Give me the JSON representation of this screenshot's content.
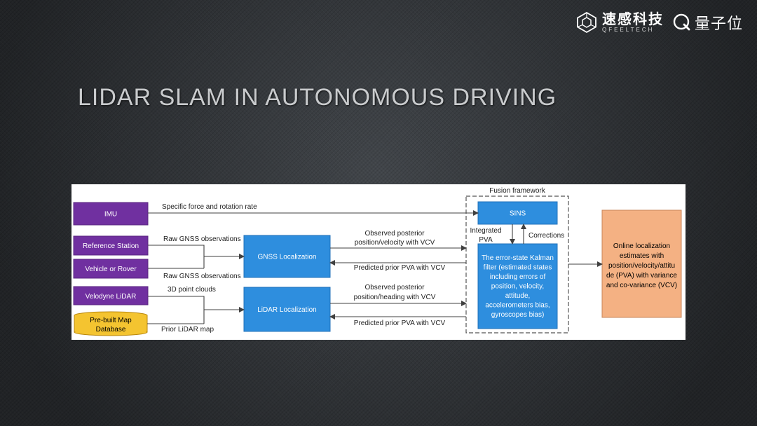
{
  "header": {
    "brand_name_cn": "速感科技",
    "brand_name_en": "QFEELTECH",
    "partner_name": "量子位"
  },
  "slide": {
    "title": "LIDAR SLAM IN AUTONOMOUS DRIVING"
  },
  "diagram": {
    "nodes": {
      "imu": "IMU",
      "reference_station": "Reference Station",
      "vehicle_or_rover": "Vehicle or Rover",
      "velodyne_lidar": "Velodyne LiDAR",
      "prebuilt_map": [
        "Pre-built Map",
        "Database"
      ],
      "gnss_localization": "GNSS Localization",
      "lidar_localization": "LiDAR Localization",
      "sins": "SINS",
      "kalman_filter": [
        "The error-state Kalman",
        "filter (estimated states",
        "including errors of",
        "position, velocity,",
        "attitude,",
        "accelerometers bias,",
        "gyroscopes bias)"
      ],
      "online_localization": [
        "Online localization",
        "estimates with",
        "position/velocity/attitu",
        "de (PVA) with variance",
        "and co-variance (VCV)"
      ]
    },
    "group_label": "Fusion framework",
    "edge_labels": {
      "imu_to_sins": "Specific force and rotation rate",
      "raw_gnss_1": "Raw GNSS observations",
      "raw_gnss_2": "Raw GNSS observations",
      "point_clouds": "3D point clouds",
      "prior_map": "Prior LiDAR map",
      "gnss_observed": [
        "Observed posterior",
        "position/velocity with VCV"
      ],
      "gnss_predicted": "Predicted prior PVA with VCV",
      "lidar_observed": [
        "Observed posterior",
        "position/heading with VCV"
      ],
      "lidar_predicted": "Predicted prior PVA with VCV",
      "integrated_pva": [
        "Integrated",
        "PVA"
      ],
      "corrections": "Corrections"
    },
    "colors": {
      "input_box": "#7030a0",
      "process_box": "#2e8ede",
      "database": "#f4c430",
      "output_box": "#f4b183",
      "arrow": "#404040"
    }
  }
}
